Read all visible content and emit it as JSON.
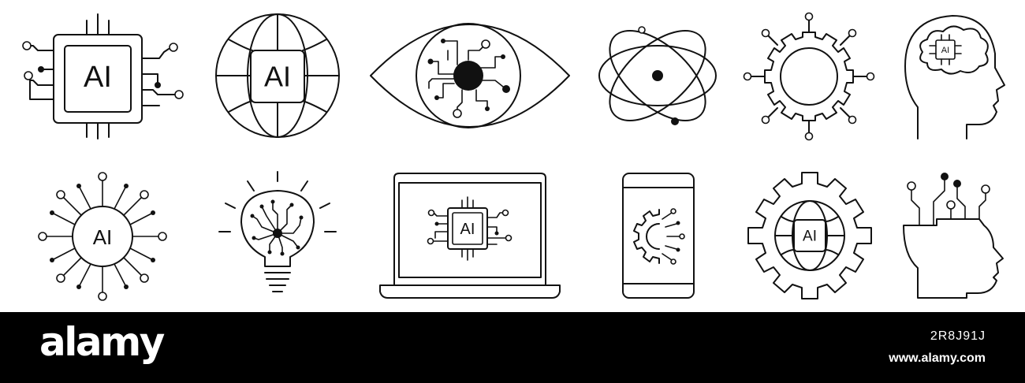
{
  "icons": [
    {
      "name": "ai-chip-icon",
      "label": "AI"
    },
    {
      "name": "ai-globe-icon",
      "label": "AI"
    },
    {
      "name": "circuit-eye-icon"
    },
    {
      "name": "atom-icon"
    },
    {
      "name": "circuit-gear-icon"
    },
    {
      "name": "ai-head-icon",
      "label": "AI"
    },
    {
      "name": "ai-network-circle-icon",
      "label": "AI"
    },
    {
      "name": "circuit-lightbulb-icon"
    },
    {
      "name": "ai-laptop-icon",
      "label": "AI"
    },
    {
      "name": "smartphone-gear-icon"
    },
    {
      "name": "ai-gear-globe-icon",
      "label": "AI"
    },
    {
      "name": "circuit-head-profile-icon"
    }
  ],
  "footer": {
    "brand": "alamy",
    "image_id": "2R8J91J",
    "site": "www.alamy.com"
  }
}
